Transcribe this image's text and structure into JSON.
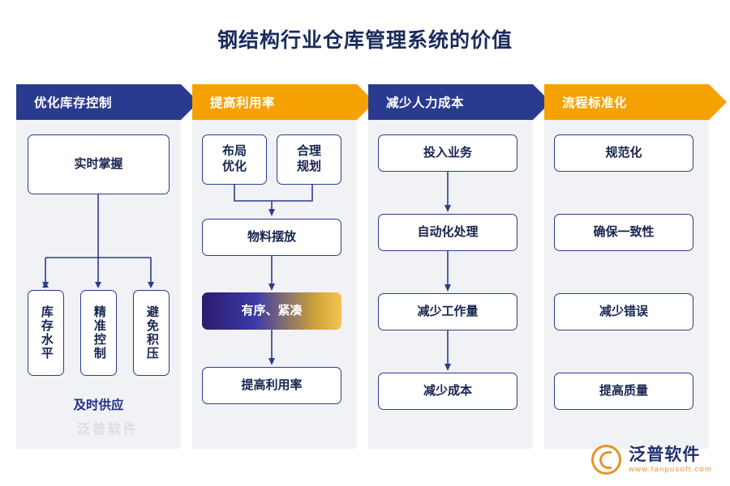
{
  "title": "钢结构行业仓库管理系统的价值",
  "colors": {
    "blue": "#2a3b8f",
    "gold": "#f5a200",
    "panel": "#f1f2f5",
    "text": "#18244f"
  },
  "columns": [
    {
      "header": "优化库存控制",
      "header_style": "blue",
      "top_card": "实时掌握",
      "bottom_cards": [
        "库存水平",
        "精准控制",
        "避免积压"
      ],
      "footer": "及时供应"
    },
    {
      "header": "提高利用率",
      "header_style": "gold",
      "cards": [
        "布局\n优化",
        "合理\n规划",
        "物料摆放",
        "有序、紧凑",
        "提高利用率"
      ],
      "card_a": "布局优化",
      "card_b": "合理规划",
      "card_c": "物料摆放",
      "card_d": "有序、紧凑",
      "card_e": "提高利用率"
    },
    {
      "header": "减少人力成本",
      "header_style": "blue",
      "cards": [
        "自动化处理",
        "减少工作量",
        "减少成本",
        "投入业务"
      ]
    },
    {
      "header": "流程标准化",
      "header_style": "gold",
      "cards": [
        "规范化",
        "确保一致性",
        "减少错误",
        "提高质量"
      ]
    }
  ],
  "watermark": "泛普软件",
  "logo": {
    "cn": "泛普软件",
    "en": "www.fanpusoft.com"
  }
}
